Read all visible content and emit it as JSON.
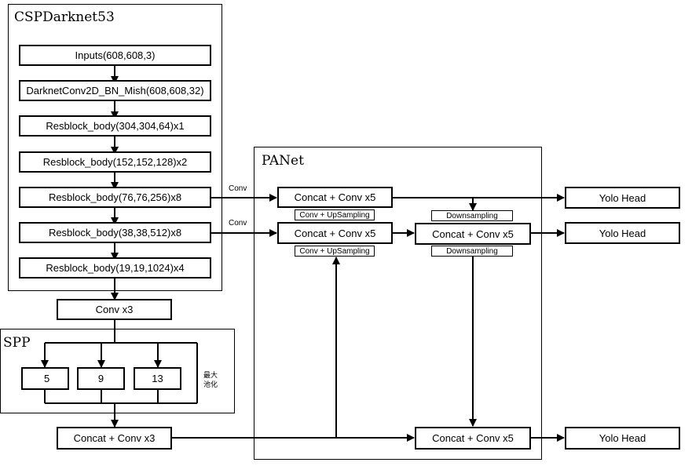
{
  "csp": {
    "title": "CSPDarknet53",
    "blocks": [
      "Inputs(608,608,3)",
      "DarknetConv2D_BN_Mish(608,608,32)",
      "Resblock_body(304,304,64)x1",
      "Resblock_body(152,152,128)x2",
      "Resblock_body(76,76,256)x8",
      "Resblock_body(38,38,512)x8",
      "Resblock_body(19,19,1024)x4"
    ]
  },
  "conv_x3_top": "Conv x3",
  "spp": {
    "title": "SPP",
    "pools": [
      "5",
      "9",
      "13"
    ],
    "side_label": "最大池化"
  },
  "concat_conv_x3": "Concat + Conv x3",
  "panet": {
    "title": "PANet",
    "left_top": "Concat + Conv x5",
    "left_mid": "Concat + Conv x5",
    "right_mid": "Concat + Conv x5",
    "right_bottom": "Concat + Conv x5",
    "upsampling_1": "Conv + UpSampling",
    "upsampling_2": "Conv + UpSampling",
    "downsampling_1": "Downsampling",
    "downsampling_2": "Downsampling"
  },
  "conv_labels": [
    "Conv",
    "Conv"
  ],
  "yolo_heads": [
    "Yolo Head",
    "Yolo Head",
    "Yolo Head"
  ]
}
